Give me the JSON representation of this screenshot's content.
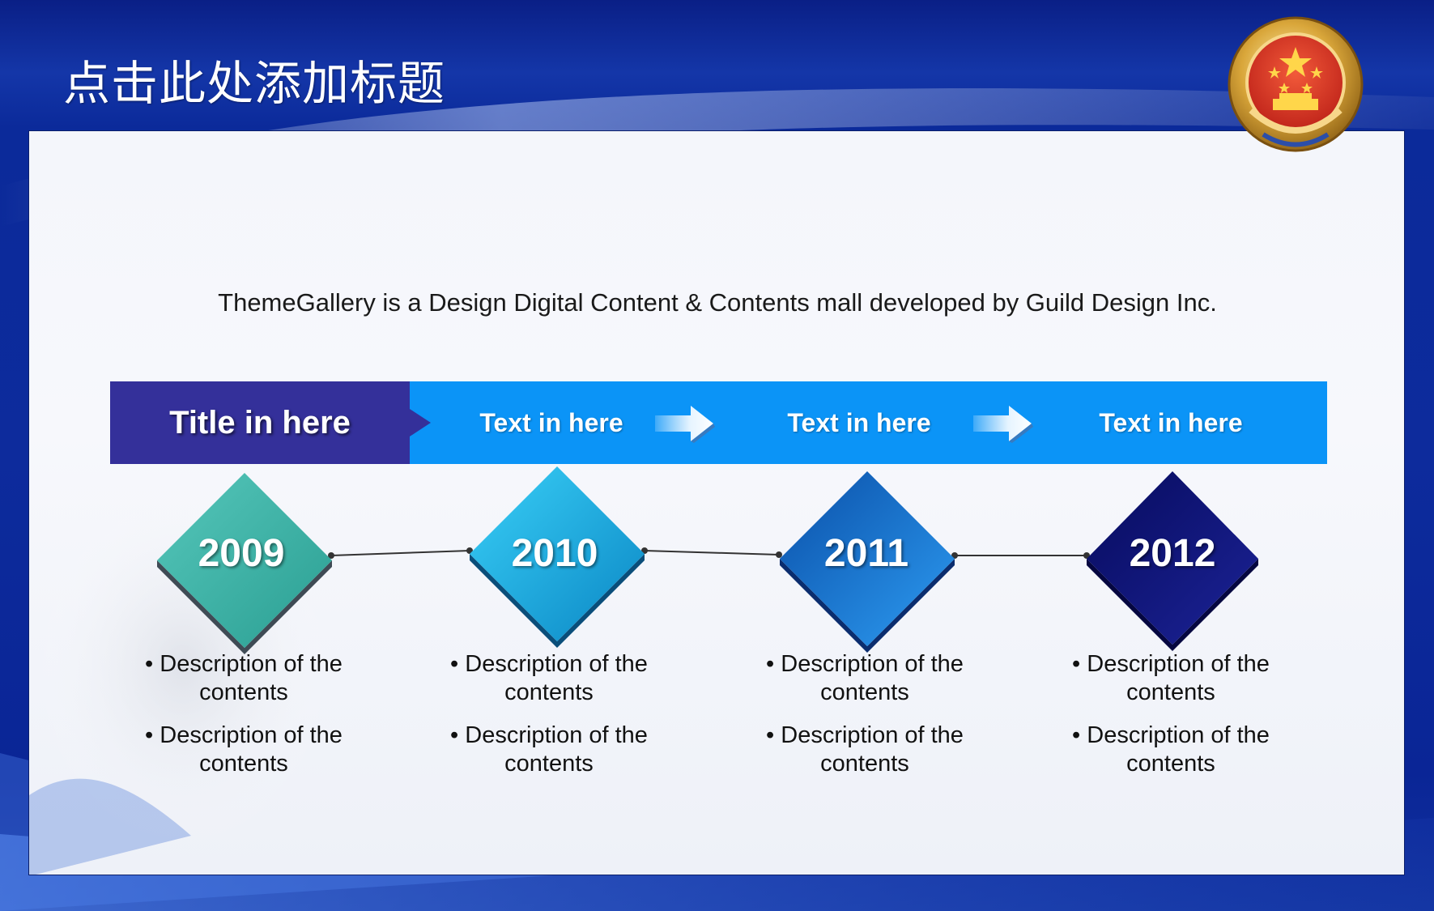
{
  "slide": {
    "title": "点击此处添加标题"
  },
  "intro": {
    "text": "ThemeGallery  is a Design Digital Content & Contents mall developed by Guild Design Inc."
  },
  "banner": {
    "title": "Title in here",
    "items": [
      "Text in here",
      "Text in here",
      "Text in here"
    ]
  },
  "timeline": [
    {
      "year": "2009",
      "colors": [
        "#2fb3a6",
        "#56c7bb"
      ],
      "descriptions": [
        "Description of the contents",
        "Description of the contents"
      ]
    },
    {
      "year": "2010",
      "colors": [
        "#0aa6dd",
        "#3cc8f0"
      ],
      "descriptions": [
        "Description of the contents",
        "Description of the contents"
      ]
    },
    {
      "year": "2011",
      "colors": [
        "#0c5fbf",
        "#2b8ae6"
      ],
      "descriptions": [
        "Description of the contents",
        "Description of the contents"
      ]
    },
    {
      "year": "2012",
      "colors": [
        "#0a0f6e",
        "#1a1f91"
      ],
      "descriptions": [
        "Description of the contents",
        "Description of the contents"
      ]
    }
  ],
  "colors": {
    "banner_dark": "#34309a",
    "banner_light": "#0b94f7",
    "background": "#0d2b9c"
  },
  "icons": {
    "emblem": "national-emblem-icon",
    "arrow": "right-arrow-icon"
  }
}
